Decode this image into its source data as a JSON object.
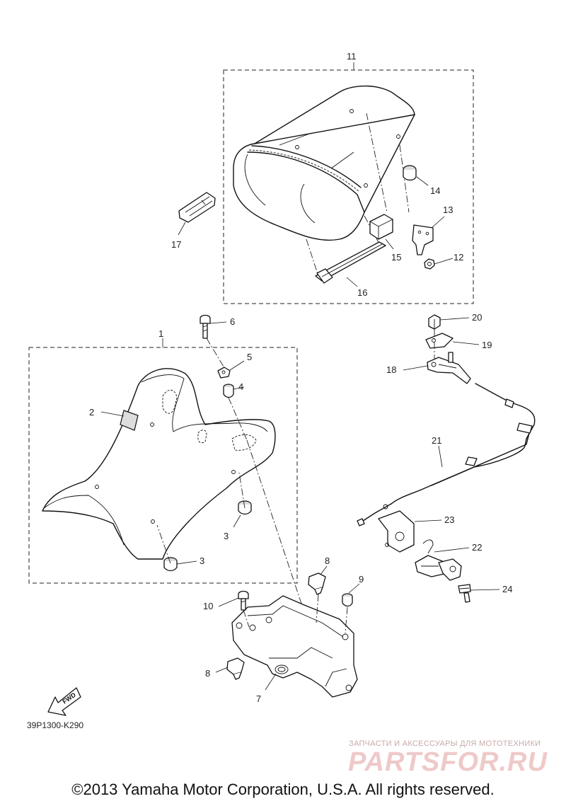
{
  "callouts": {
    "c1": "1",
    "c2": "2",
    "c3a": "3",
    "c3b": "3",
    "c4": "4",
    "c5": "5",
    "c6": "6",
    "c7": "7",
    "c8a": "8",
    "c8b": "8",
    "c9": "9",
    "c10": "10",
    "c11": "11",
    "c12": "12",
    "c13": "13",
    "c14": "14",
    "c15": "15",
    "c16": "16",
    "c17": "17",
    "c18": "18",
    "c19": "19",
    "c20": "20",
    "c21": "21",
    "c22": "22",
    "c23": "23",
    "c24": "24"
  },
  "fwd_label": "FWD",
  "diagram_code": "39P1300-K290",
  "watermark": {
    "tagline": "ЗАПЧАСТИ И АКСЕССУАРЫ ДЛЯ МОТОТЕХНИКИ",
    "logo": "PARTSFOR.RU"
  },
  "copyright": "©2013 Yamaha Motor Corporation, U.S.A. All rights reserved.",
  "colors": {
    "line": "#111111",
    "watermark": "#efc9c9"
  }
}
